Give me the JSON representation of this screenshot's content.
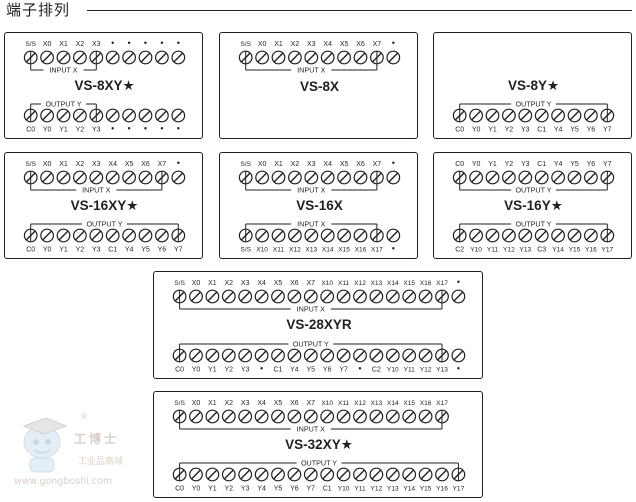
{
  "header": {
    "title": "端子排列"
  },
  "watermark": {
    "brand": "工博士",
    "sub": "工业品商城",
    "url": "www.gongboshi.com",
    "reg": "®"
  },
  "colors": {
    "ink": "#231f20",
    "watermark": "#d9d0c8"
  },
  "panels": [
    {
      "id": "vs-8xy",
      "model": "VS-8XY★",
      "top_terminals": [
        "S/S",
        "X0",
        "X1",
        "X2",
        "X3",
        "•",
        "•",
        "•",
        "•",
        "•"
      ],
      "top_bus": "INPUT X",
      "bottom_bus": "OUTPUT Y",
      "bottom_terminals": [
        "C0",
        "Y0",
        "Y1",
        "Y2",
        "Y3",
        "•",
        "•",
        "•",
        "•",
        "•"
      ]
    },
    {
      "id": "vs-8x",
      "model": "VS-8X",
      "top_terminals": [
        "S/S",
        "X0",
        "X1",
        "X2",
        "X3",
        "X4",
        "X5",
        "X6",
        "X7",
        "•"
      ],
      "top_bus": "INPUT X"
    },
    {
      "id": "vs-8y",
      "model": "VS-8Y★",
      "bottom_bus": "OUTPUT Y",
      "bottom_terminals": [
        "C0",
        "Y0",
        "Y1",
        "Y2",
        "Y3",
        "C1",
        "Y4",
        "Y5",
        "Y6",
        "Y7"
      ]
    },
    {
      "id": "vs-16xy",
      "model": "VS-16XY★",
      "top_terminals": [
        "S/S",
        "X0",
        "X1",
        "X2",
        "X3",
        "X4",
        "X5",
        "X6",
        "X7",
        "•"
      ],
      "top_bus": "INPUT X",
      "bottom_bus": "OUTPUT Y",
      "bottom_terminals": [
        "C0",
        "Y0",
        "Y1",
        "Y2",
        "Y3",
        "C1",
        "Y4",
        "Y5",
        "Y6",
        "Y7"
      ]
    },
    {
      "id": "vs-16x",
      "model": "VS-16X",
      "top_terminals": [
        "S/S",
        "X0",
        "X1",
        "X2",
        "X3",
        "X4",
        "X5",
        "X6",
        "X7",
        "•"
      ],
      "top_bus": "INPUT X",
      "bottom_bus": "INPUT X",
      "bottom_terminals": [
        "S/S",
        "X10",
        "X11",
        "X12",
        "X13",
        "X14",
        "X15",
        "X16",
        "X17",
        "•"
      ]
    },
    {
      "id": "vs-16y",
      "model": "VS-16Y★",
      "top_terminals": [
        "C0",
        "Y0",
        "Y1",
        "Y2",
        "Y3",
        "C1",
        "Y4",
        "Y5",
        "Y6",
        "Y7"
      ],
      "top_bus": "OUTPUT Y",
      "bottom_bus": "OUTPUT Y",
      "bottom_terminals": [
        "C2",
        "Y10",
        "Y11",
        "Y12",
        "Y13",
        "C3",
        "Y14",
        "Y15",
        "Y16",
        "Y17"
      ]
    },
    {
      "id": "vs-28xyr",
      "model": "VS-28XYR",
      "top_terminals": [
        "S/S",
        "X0",
        "X1",
        "X2",
        "X3",
        "X4",
        "X5",
        "X6",
        "X7",
        "X10",
        "X11",
        "X12",
        "X13",
        "X14",
        "X15",
        "X16",
        "X17",
        "•"
      ],
      "top_bus": "INPUT X",
      "bottom_bus": "OUTPUT Y",
      "bottom_terminals": [
        "C0",
        "Y0",
        "Y1",
        "Y2",
        "Y3",
        "•",
        "C1",
        "Y4",
        "Y5",
        "Y6",
        "Y7",
        "•",
        "C2",
        "Y10",
        "Y11",
        "Y12",
        "Y13",
        "•"
      ]
    },
    {
      "id": "vs-32xy",
      "model": "VS-32XY★",
      "top_terminals": [
        "S/S",
        "X0",
        "X1",
        "X2",
        "X3",
        "X4",
        "X5",
        "X6",
        "X7",
        "X10",
        "X11",
        "X12",
        "X13",
        "X14",
        "X15",
        "X16",
        "X17"
      ],
      "top_bus": "INPUT X",
      "bottom_bus": "OUTPUT Y",
      "bottom_terminals": [
        "C0",
        "Y0",
        "Y1",
        "Y2",
        "Y3",
        "Y4",
        "Y5",
        "Y6",
        "Y7",
        "C1",
        "Y10",
        "Y11",
        "Y12",
        "Y13",
        "Y14",
        "Y15",
        "Y16",
        "Y17"
      ]
    }
  ]
}
